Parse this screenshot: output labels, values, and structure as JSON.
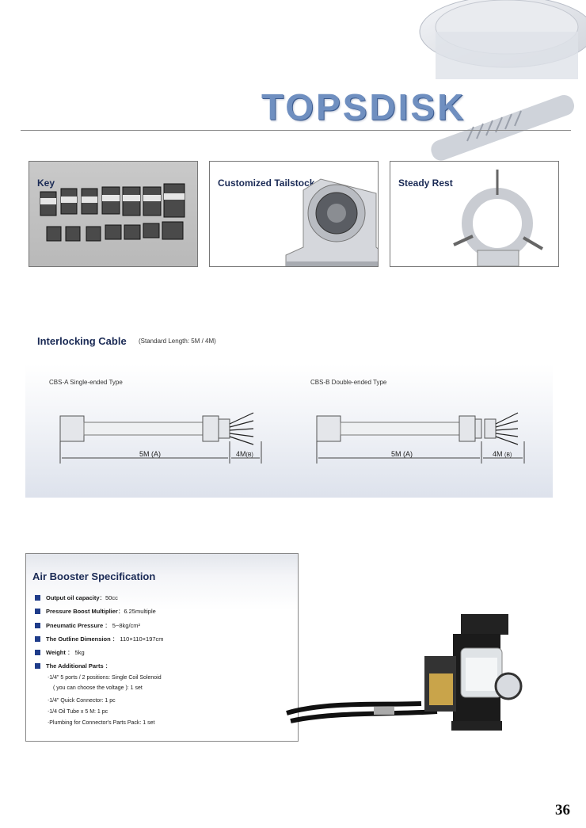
{
  "header": {
    "brand": "TOPSDISK"
  },
  "panels": {
    "key": {
      "title": "Key"
    },
    "tailstock": {
      "title": "Customized Tailstock"
    },
    "steady_rest": {
      "title": "Steady Rest"
    }
  },
  "cable": {
    "title": "Interlocking Cable",
    "subtitle": "(Standard Length:  5M / 4M)",
    "type_a": {
      "label": "CBS-A Single-ended Type",
      "main_length": "5M",
      "main_tag": "(A)",
      "end_length": "4M",
      "end_tag": "(B)"
    },
    "type_b": {
      "label": "CBS-B Double-ended Type",
      "main_length": "5M",
      "main_tag": "(A)",
      "end_length": "4M",
      "end_tag": "(B)"
    }
  },
  "air_booster": {
    "title": "Air Booster Specification",
    "specs": [
      {
        "name": "Output oil capacity",
        "sep": "：",
        "value": "50cc"
      },
      {
        "name": "Pressure Boost Multiplier",
        "sep": "：",
        "value": "6.25multiple"
      },
      {
        "name": "Pneumatic Pressure",
        "sep": " ： ",
        "value": "5~8kg/cm²"
      },
      {
        "name": "The Outline Dimension",
        "sep": " ： ",
        "value": "110×110×197cm"
      },
      {
        "name": "Weight",
        "sep": " ： ",
        "value": "5kg"
      },
      {
        "name": "The Additional Parts",
        "sep": " ：",
        "value": ""
      }
    ],
    "additional_parts": [
      "‧1/4\" 5 ports  / 2 positions: Single Coil Solenoid",
      "( you can choose the voltage ):  1 set",
      "‧1/4\" Quick Connector:  1 pc",
      "‧1/4 Oil Tube x 5 M:  1 pc",
      "‧Plumbing for Connector's Parts Pack:  1 set"
    ]
  },
  "page_number": "36",
  "colors": {
    "navy": "#1a2a55",
    "bullet": "#1f3c8a",
    "brand": "#6f8fc0"
  }
}
